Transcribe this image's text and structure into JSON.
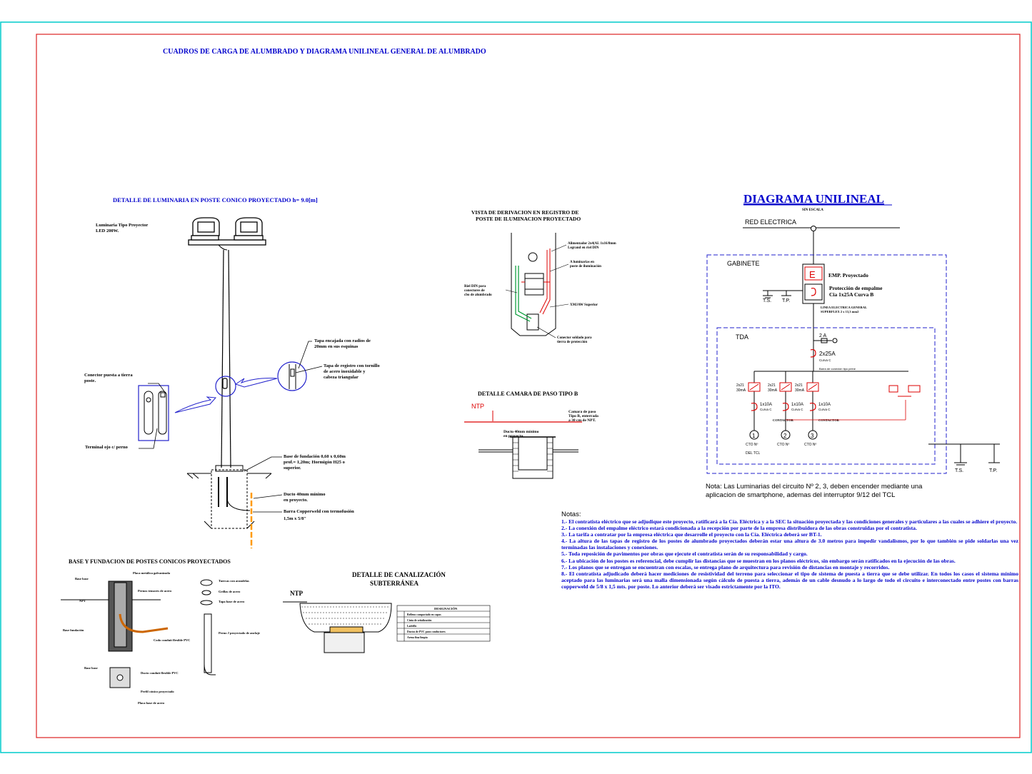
{
  "sheet": {
    "title": "CUADROS DE CARGA DE ALUMBRADO Y DIAGRAMA UNILINEAL GENERAL DE ALUMBRADO"
  },
  "luminaria": {
    "title": "DETALLE DE LUMINARIA EN POSTE CONICO PROYECTADO h= 9.0[m]",
    "label_luminaria_1": "Luminaria Tipo Proyector",
    "label_luminaria_2": "LED 200W.",
    "label_tapa_1": "Tapa encajada con radios de",
    "label_tapa_2": "20mm en sus esquinas",
    "label_registro_1": "Tapa de registro con tornillo",
    "label_registro_2": "de acero inoxidable y",
    "label_registro_3": "cabeza triangular",
    "label_conector_1": "Conector puesta a tierra",
    "label_conector_2": "poste.",
    "label_terminal": "Terminal ojo c/ perno",
    "label_base_1": "Base de fundación 0,60 x 0,60m",
    "label_base_2": "prof.= 1,20m; Hormigón H25 o",
    "label_base_3": "superior.",
    "label_ducto_1": "Ducto 40mm mínimo",
    "label_ducto_2": "en proyecto.",
    "label_barra_1": "Barra Copperweld con termofusión",
    "label_barra_2": "1,5m x 5/8\""
  },
  "derivacion": {
    "title_1": "VISTA DE DERIVACION EN REGISTRO DE",
    "title_2": "POSTE DE ILUMINACION PROYECTADO",
    "label_a_1": "Alimentador 2x4(AL 1x16/8mm",
    "label_a_2": "Legrand en riel DIN",
    "label_b_1": "A luminarias en",
    "label_b_2": "poste de iluminación",
    "label_c_1": "Riel DIN para",
    "label_c_2": "conectores de",
    "label_c_3": "cbo de alumbrado",
    "label_d": "XMJAW Superior",
    "label_e_1": "Conector soldado para",
    "label_e_2": "tierra de protección"
  },
  "camara": {
    "title": "DETALLE CAMARA DE PASO TIPO B",
    "ntp": "NTP",
    "label_a_1": "Camara de paso",
    "label_a_2": "Tipo B, enterrada",
    "label_a_3": "a 30 cm de NPT.",
    "label_b_1": "Ducto 40mm mínimo",
    "label_b_2": "en proyecto."
  },
  "fundacion": {
    "title": "BASE Y FUNDACION DE POSTES CONICOS PROYECTADOS",
    "npt": "NPT",
    "l1": "Placa metálica galvanizada",
    "l2": "Pernos tensores de acero",
    "l3": "Tapa base de acero",
    "l4": "Tuercas con arandelas",
    "l5": "Grillas de acero",
    "l6": "Codo conduit flexible PVC",
    "l7": "Base fundación",
    "l8": "Perno J proyectado de anclaje",
    "l9": "Base base",
    "l10": "Ducto conduit flexible PVC",
    "l11": "Perfil cónico proyectado",
    "l12": "Placa base de acero"
  },
  "canalizacion": {
    "title_1": "DETALLE DE CANALIZACIÓN",
    "title_2": "SUBTERRÁNEA",
    "ntp": "NTP",
    "legend_title": "DESIGNACIÓN",
    "legend_items": [
      "Relleno compactado en capas",
      "Cinta de señalización",
      "Ladrillo",
      "Ductos de PVC para conductores",
      "Arena fina limpia"
    ]
  },
  "unilineal": {
    "title": "DIAGRAMA UNILINEAL",
    "subtitle": "SIN ESCALA",
    "red": "RED ELECTRICA",
    "gabinete": "GABINETE",
    "meter_letter": "E",
    "emp": "EMP. Proyectado",
    "proteccion_1": "Protección de empalme",
    "proteccion_2": "Cia 1x25A Curva B",
    "ts": "T.S.",
    "tp": "T.P.",
    "linea_1": "LINEA ELECTRICA GENERAL",
    "linea_2": "SUPERFLEX 2 x 13,3 mm2",
    "tda": "TDA",
    "b1": "2 A",
    "b2": "2x25A",
    "b2_curve": "Curva C",
    "bus_note": "Barra de conexión tipo peine",
    "diff": "2x21",
    "diff_sub": "30mA",
    "sub_breaker": "1x10A",
    "sub_curve": "Curva C",
    "contactor": "CONTACTOR",
    "circuits": [
      "1",
      "2",
      "3"
    ],
    "cto": "CTO Nº",
    "cto_sub": "DEL TCL",
    "ts2": "T.S.",
    "tp2": "T.P.",
    "nota_1": "Nota: Las Luminarias del circuito Nº 2, 3, deben encender mediante una",
    "nota_2": "aplicacion de smartphone, ademas del interruptor 9/12  del TCL"
  },
  "notas": {
    "title": "Notas:",
    "items": [
      "1.- El contratista eléctrico que se adjudique este proyecto, ratificará a la Cía. Eléctrica y a la SEC la situación proyectada y las condiciones generales y particulares a las cuales se adhiere el proyecto.",
      "2.- La conexión del empalme eléctrico estará condicionada a la recepción por parte de la empresa distribuidora de las obras construidas por el contratista.",
      "3.- La tarifa a contratar por la empresa eléctrica que desarrolle el proyecto con la Cía. Eléctrica deberá ser BT-1.",
      "4.- La altura de las tapas de registro de los postes de alumbrado proyectados deberán estar una altura de 3.0 metros para impedir vandalismos, por lo que también se pide soldarlas una vez terminadas las instalaciones y conexiones.",
      "5.- Toda reposición de pavimentos por obras que ejecute el contratista serán de su responsabilidad y cargo.",
      "6.- La ubicación de los postes es referencial, debe cumplir las distancias que se muestran en los planos eléctricos, sin embargo serán ratificados en la ejecución de las obras.",
      "7.- Los planos que se entregan se encuentran con escalas, se entrega plano de arquitectura para revisión de distancias en montaje y recorridos.",
      "8.- El contratista adjudicado deberá hacer mediciones de resistividad del terreno para seleccionar el tipo de sistema de puesta a tierra que se debe utilizar. En todos los casos el sistema mínimo aceptado para las luminarias será una malla dimensionada según cálculo de puesta a tierra, además de un cable desnudo a lo largo de todo el circuito e interconectado entre postes con barras copperweld de 5/8 x 1,5 mts. por poste. Lo anterior deberá ser visado estrictamente por la ITO."
    ]
  }
}
